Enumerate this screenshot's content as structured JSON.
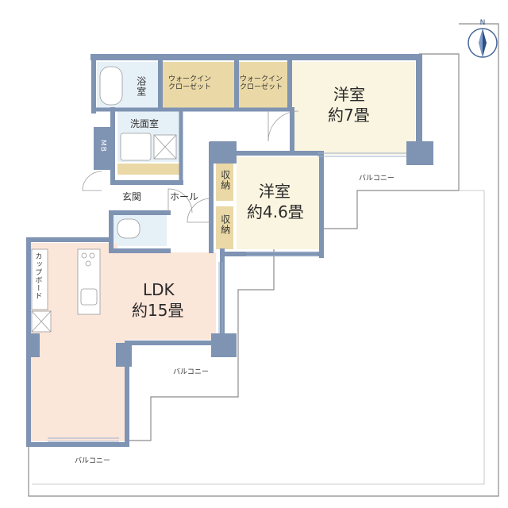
{
  "colors": {
    "wall": "#7f93b3",
    "room_cream": "#faf5e0",
    "room_pink": "#fbe6da",
    "room_closet": "#ead9a6",
    "room_water": "#e6f0f7",
    "outline": "#8c8c8c"
  },
  "rooms": {
    "bath": "浴室",
    "washroom": "洗面室",
    "walkin1": "ウォークイン\nクローゼット",
    "walkin2": "ウォークイン\nクローゼット",
    "western_large_name": "洋室",
    "western_large_size": "約7畳",
    "western_small_name": "洋室",
    "western_small_size": "約4.6畳",
    "storage1": "収納",
    "storage2": "収納",
    "mb": "MB",
    "entrance": "玄関",
    "hall": "ホール",
    "ldk_name": "LDK",
    "ldk_size": "約15畳",
    "cupboard": "カップボード"
  },
  "balconies": {
    "upper": "バルコニー",
    "middle": "バルコニー",
    "lower": "バルコニー"
  },
  "compass": {
    "label": "N",
    "icon": "compass-north-icon"
  }
}
